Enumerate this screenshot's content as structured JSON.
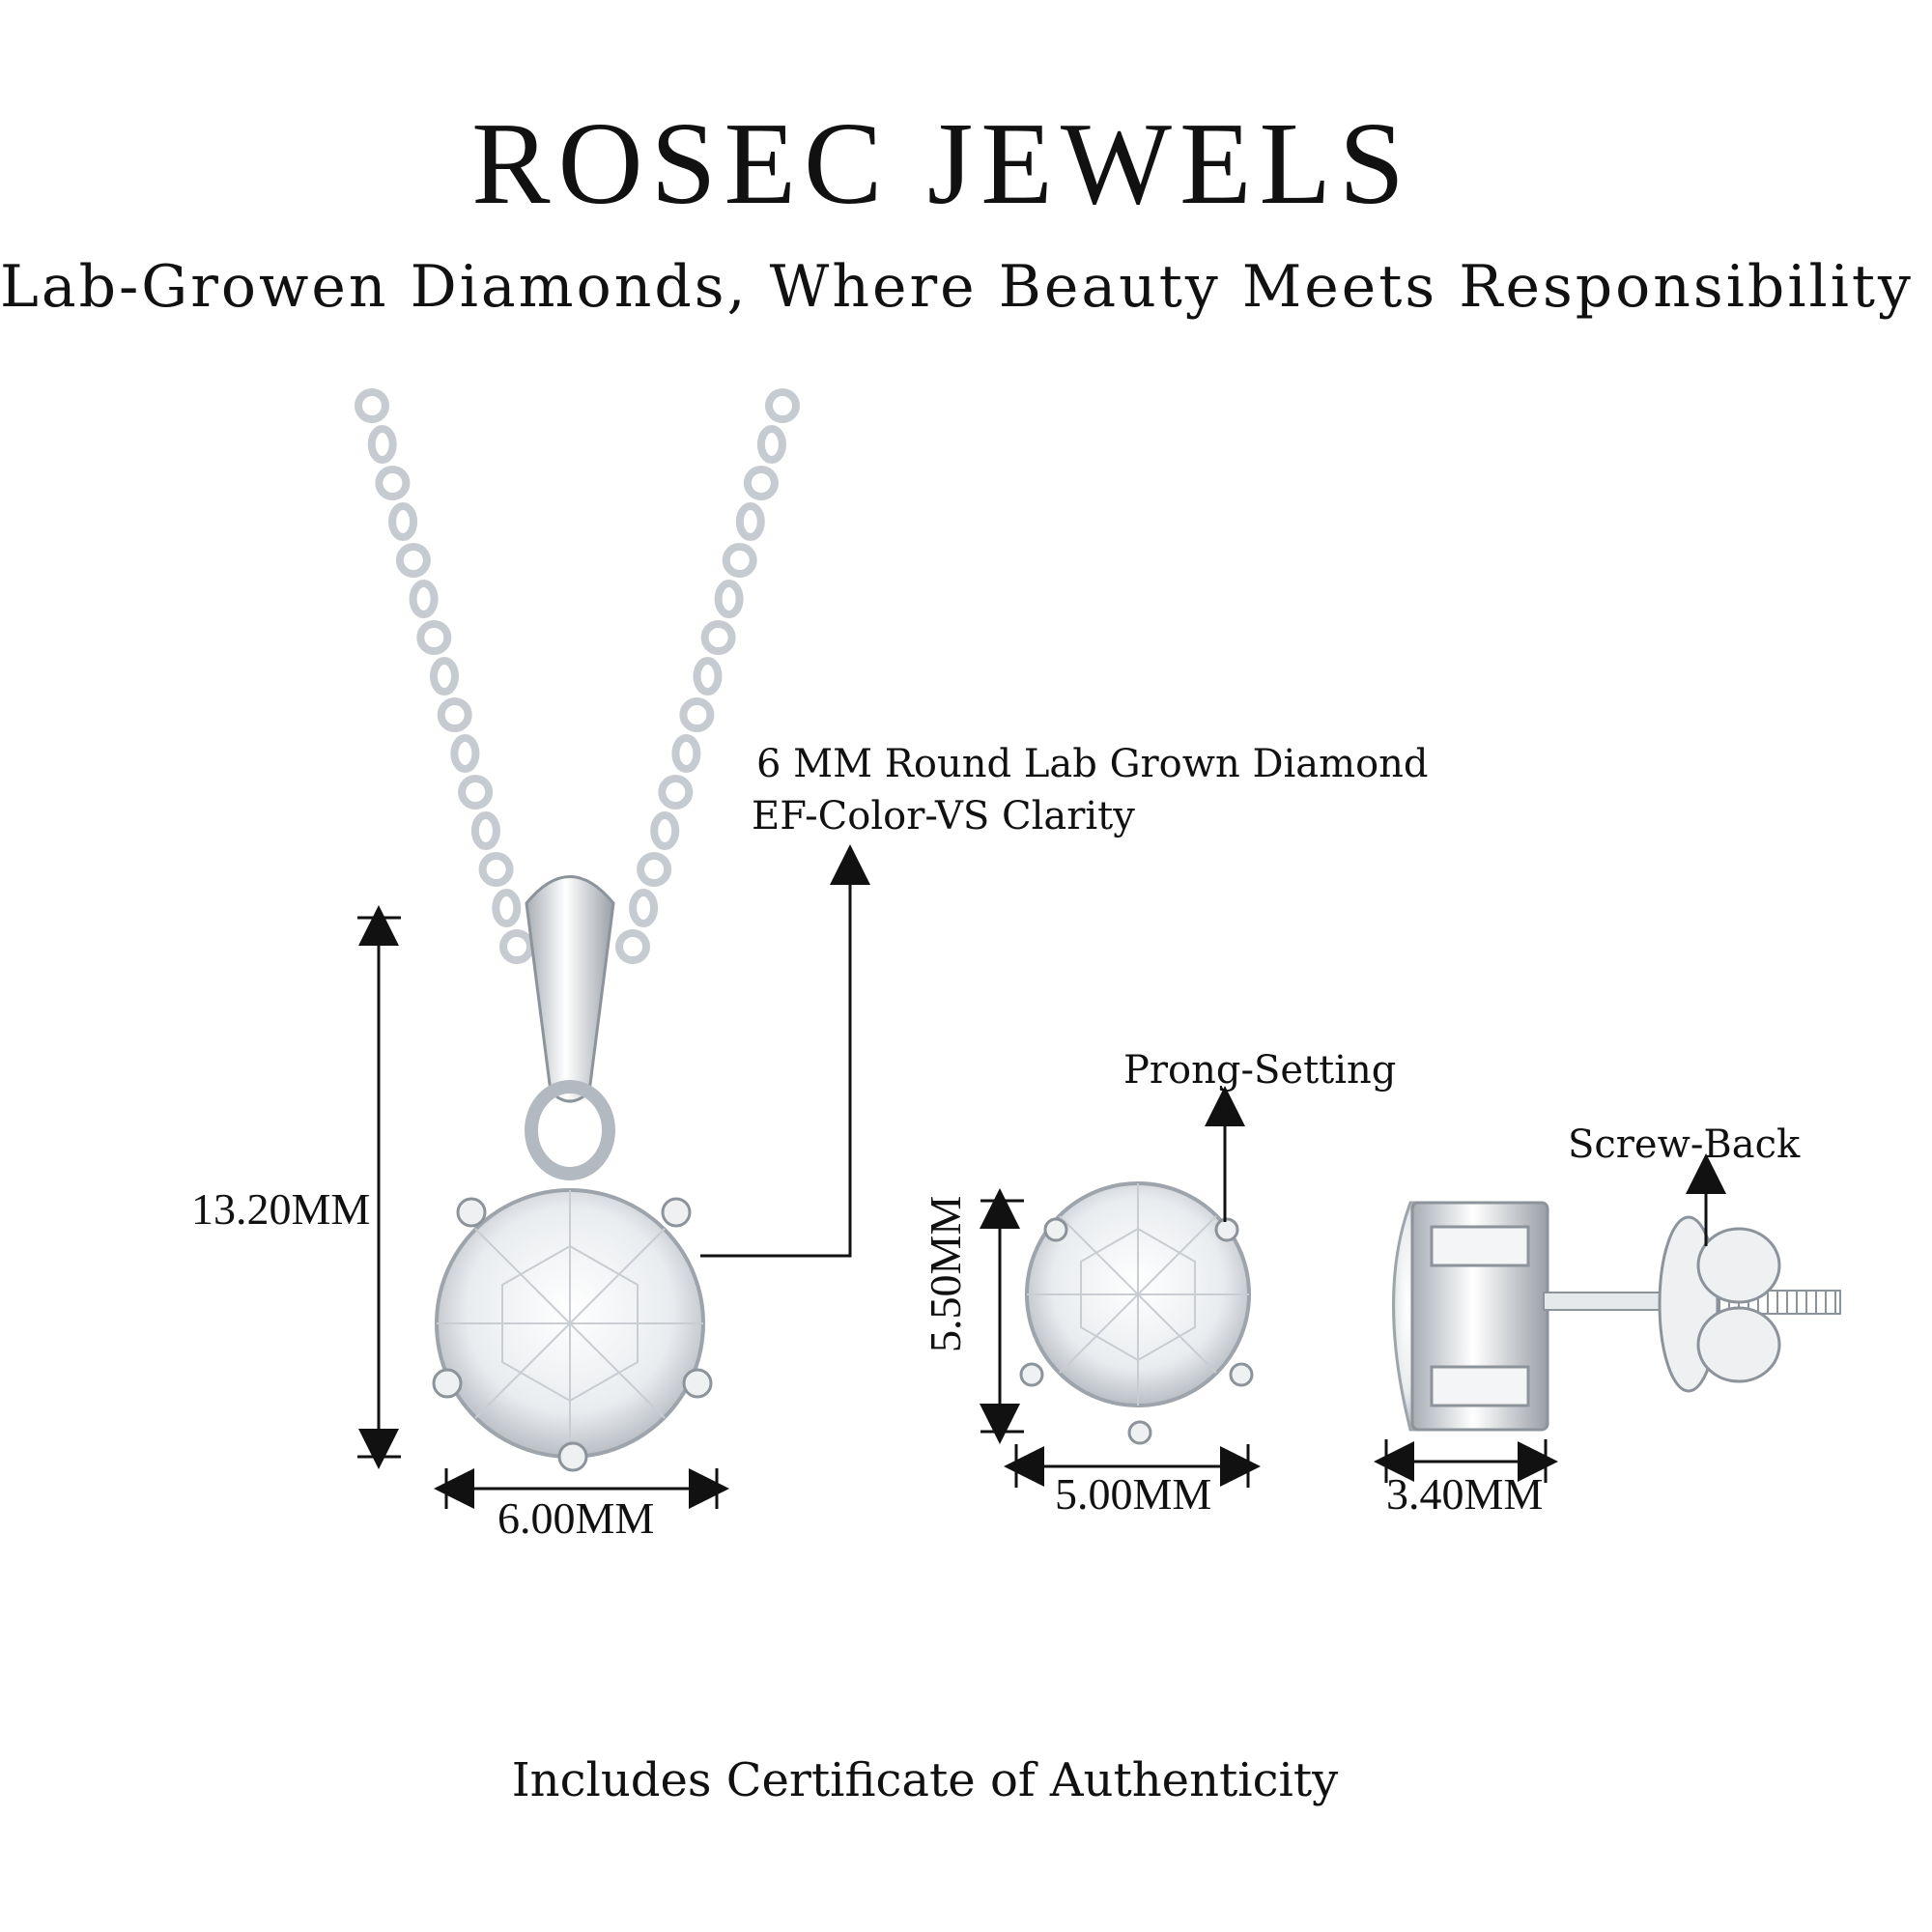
{
  "brand": "ROSEC JEWELS",
  "tagline": "Lab-Growen Diamonds, Where Beauty Meets Responsibility",
  "pendant": {
    "stone_line1": "6 MM Round Lab Grown Diamond",
    "stone_line2": "EF-Color-VS Clarity",
    "height": "13.20MM",
    "width": "6.00MM"
  },
  "earring": {
    "setting": "Prong-Setting",
    "back": "Screw-Back",
    "height": "5.50MM",
    "width": "5.00MM",
    "depth": "3.40MM"
  },
  "footer": "Includes Certificate of Authenticity",
  "colors": {
    "metal": "#dfe3e8",
    "metal_edge": "#8d939a",
    "text": "#111111"
  }
}
